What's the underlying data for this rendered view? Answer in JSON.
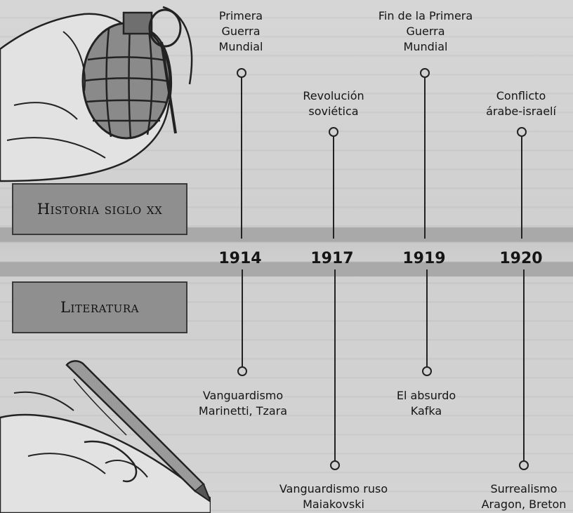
{
  "labels": {
    "historia": "Historia siglo xx",
    "literatura": "Literatura"
  },
  "years": [
    "1914",
    "1917",
    "1919",
    "1920"
  ],
  "history_events": [
    {
      "year": "1914",
      "lines": [
        "Primera",
        "Guerra",
        "Mundial"
      ]
    },
    {
      "year": "1917",
      "lines": [
        "Revolución",
        "soviética"
      ]
    },
    {
      "year": "1919",
      "lines": [
        "Fin de la Primera",
        "Guerra",
        "Mundial"
      ]
    },
    {
      "year": "1920",
      "lines": [
        "Conflicto",
        "árabe-israelí"
      ]
    }
  ],
  "literature_events": [
    {
      "year": "1914",
      "lines": [
        "Vanguardismo",
        "Marinetti, Tzara"
      ]
    },
    {
      "year": "1917",
      "lines": [
        "Vanguardismo ruso",
        "Maiakovski"
      ]
    },
    {
      "year": "1919",
      "lines": [
        "El absurdo",
        "Kafka"
      ]
    },
    {
      "year": "1920",
      "lines": [
        "Surrealismo",
        "Aragon, Breton"
      ]
    }
  ],
  "illustrations": {
    "top": "hand-holding-grenade",
    "bottom": "hand-holding-pen"
  }
}
